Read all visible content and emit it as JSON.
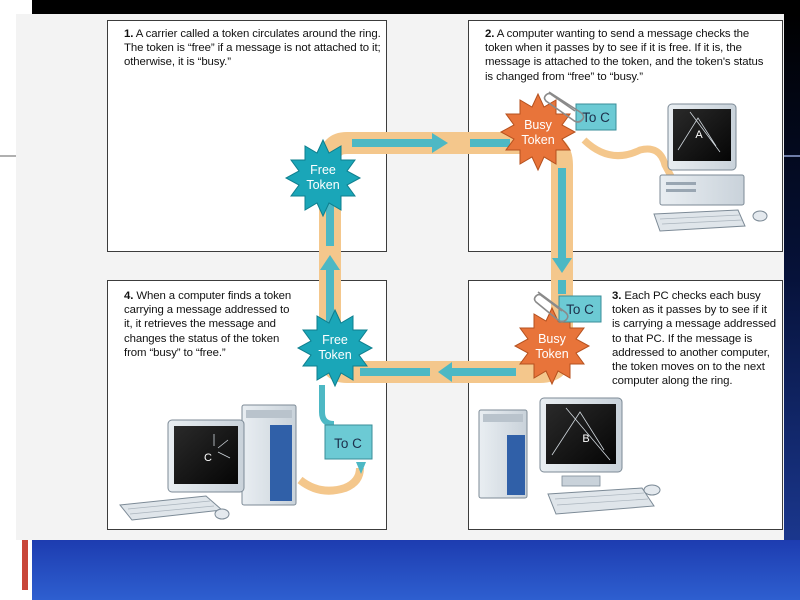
{
  "steps": [
    {
      "num": "1.",
      "text": "A carrier called a token circulates around the ring. The token is “free” if a message is not attached to it; otherwise, it is “busy.”"
    },
    {
      "num": "2.",
      "text": "A computer wanting to send a message checks the token when it passes by to see if it is free. If it is, the message is attached to the token, and the token's status is changed from “free” to “busy.”"
    },
    {
      "num": "3.",
      "text": "Each PC checks each busy token as it passes by to see if it is carrying a message addressed to that PC. If the message is addressed to another computer, the token moves on to the next computer along the ring."
    },
    {
      "num": "4.",
      "text": "When a computer finds a token carrying a message addressed to it, it retrieves the message and changes the status of the token from “busy” to “free.”"
    }
  ],
  "tokens": {
    "free_line1": "Free",
    "busy_line1": "Busy",
    "line2": "Token"
  },
  "message_label": "To C",
  "computers": [
    "A",
    "B",
    "C"
  ],
  "colors": {
    "ring": "#f4c78c",
    "arrow": "#4db8c4",
    "free_token": "#1aa6b8",
    "busy_token": "#e8743a",
    "message_box": "#6ccad4"
  }
}
